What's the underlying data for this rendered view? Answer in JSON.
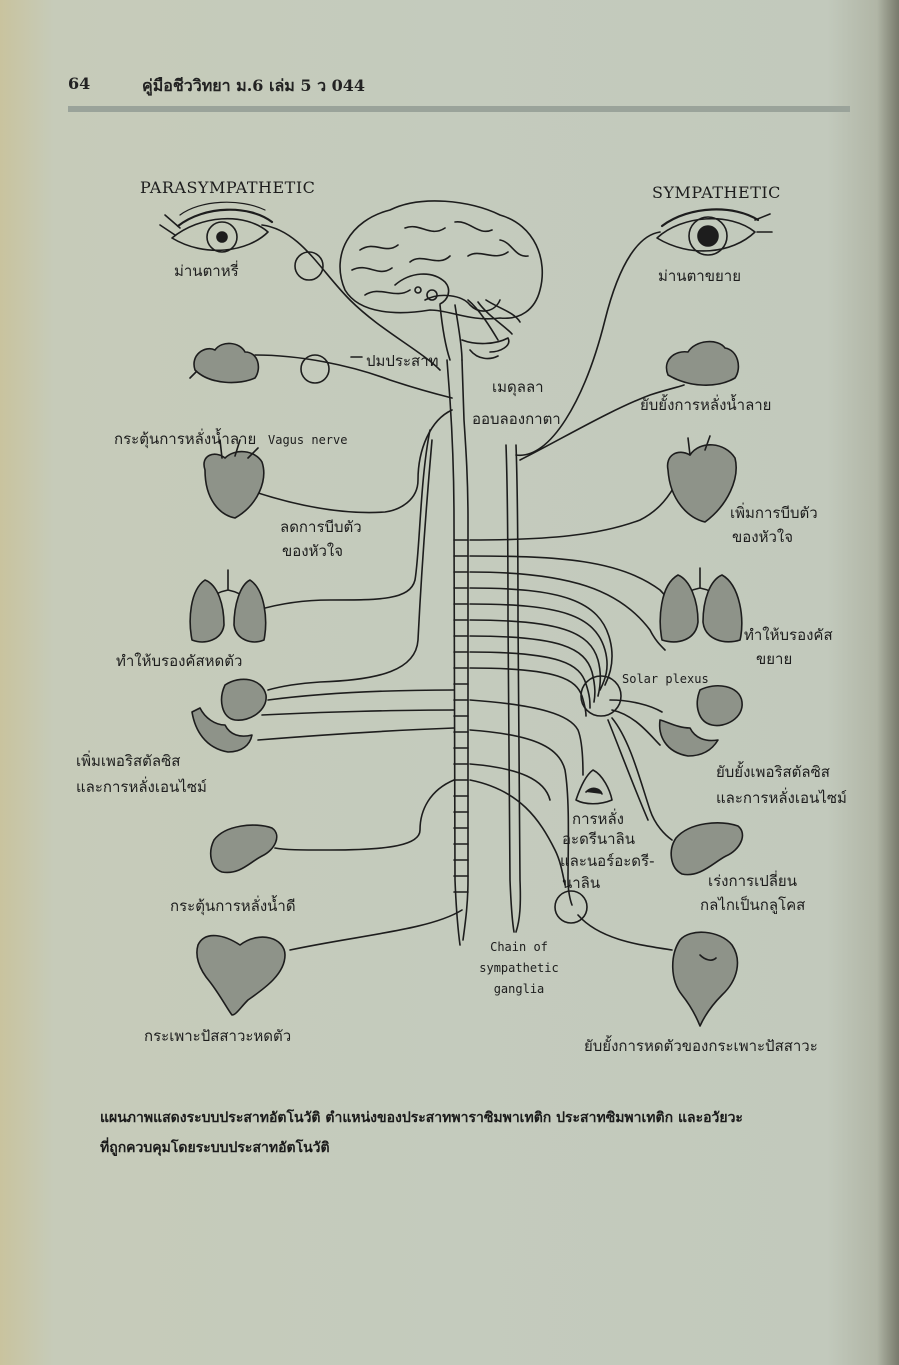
{
  "header": {
    "page_number": "64",
    "book_title": "คู่มือชีววิทยา ม.6 เล่ม 5 ว 044"
  },
  "diagram": {
    "parasympathetic_title": "PARASYMPATHETIC",
    "sympathetic_title": "SYMPATHETIC",
    "center": {
      "ganglion_label": "ปมประสาท",
      "medulla_label_1": "เมดุลลา",
      "medulla_label_2": "ออบลองกาตา",
      "vagus_nerve": "Vagus nerve",
      "solar_plexus": "Solar plexus",
      "chain_label_1": "Chain of",
      "chain_label_2": "sympathetic",
      "chain_label_3": "ganglia",
      "adrenal_1": "การหลั่ง",
      "adrenal_2": "อะดรีนาลิน",
      "adrenal_3": "และนอร์อะดรี-",
      "adrenal_4": "นาลิน"
    },
    "parasympathetic_effects": {
      "pupil": "ม่านตาหรี่",
      "saliva": "กระตุ้นการหลั่งน้ำลาย",
      "heart_1": "ลดการบีบตัว",
      "heart_2": "ของหัวใจ",
      "lungs": "ทำให้บรองคัสหดตัว",
      "gut_1": "เพิ่มเพอริสตัลซิส",
      "gut_2": "และการหลั่งเอนไซม์",
      "liver": "กระตุ้นการหลั่งน้ำดี",
      "bladder": "กระเพาะปัสสาวะหดตัว"
    },
    "sympathetic_effects": {
      "pupil": "ม่านตาขยาย",
      "saliva": "ยับยั้งการหลั่งน้ำลาย",
      "heart_1": "เพิ่มการบีบตัว",
      "heart_2": "ของหัวใจ",
      "lungs_1": "ทำให้บรองคัส",
      "lungs_2": "ขยาย",
      "gut_1": "ยับยั้งเพอริสตัลซิส",
      "gut_2": "และการหลั่งเอนไซม์",
      "liver_1": "เร่งการเปลี่ยน",
      "liver_2": "กลไกเป็นกลูโคส",
      "bladder": "ยับยั้งการหดตัวของกระเพาะปัสสาวะ"
    }
  },
  "caption": {
    "line_1": "แผนภาพแสดงระบบประสาทอัตโนวัติ ตำแหน่งของประสาทพาราซิมพาเทติก ประสาทซิมพาเทติก และอวัยวะ",
    "line_2": "ที่ถูกควบคุมโดยระบบประสาทอัตโนวัติ"
  },
  "colors": {
    "ink": "#1d1d1d",
    "paper": "#c4cbbd"
  }
}
